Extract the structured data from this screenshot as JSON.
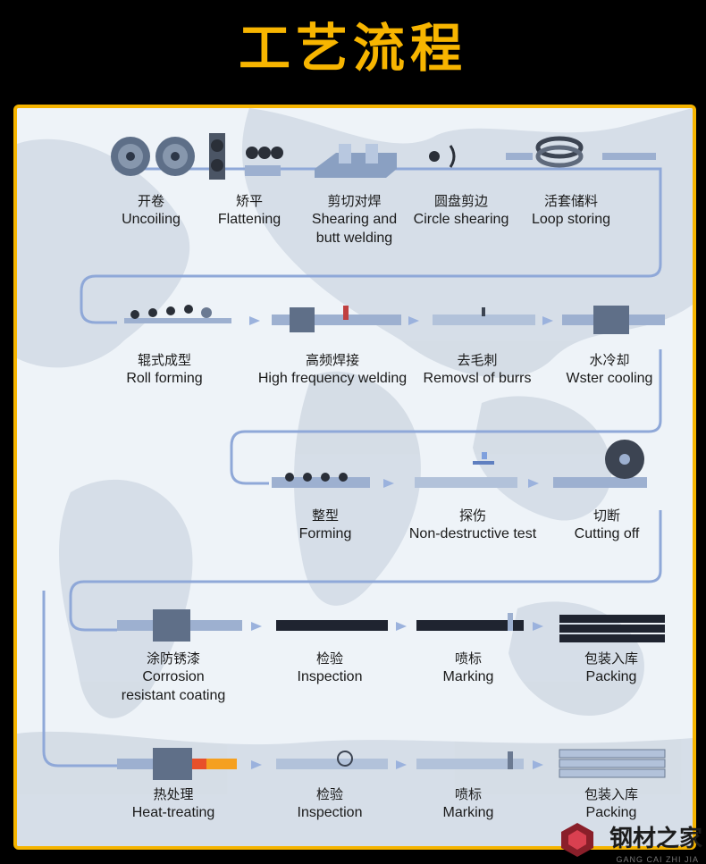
{
  "title": "工艺流程",
  "rows": [
    [
      {
        "zh": "开卷",
        "en": "Uncoiling"
      },
      {
        "zh": "矫平",
        "en": "Flattening"
      },
      {
        "zh": "剪切对焊",
        "en": "Shearing and",
        "en2": "butt welding"
      },
      {
        "zh": "圆盘剪边",
        "en": "Circle shearing"
      },
      {
        "zh": "活套储料",
        "en": "Loop storing"
      }
    ],
    [
      {
        "zh": "辊式成型",
        "en": "Roll forming"
      },
      {
        "zh": "高频焊接",
        "en": "High frequency welding"
      },
      {
        "zh": "去毛刺",
        "en": "Removsl of burrs"
      },
      {
        "zh": "水冷却",
        "en": "Wster cooling"
      }
    ],
    [
      {
        "zh": "整型",
        "en": "Forming"
      },
      {
        "zh": "探伤",
        "en": "Non-destructive test"
      },
      {
        "zh": "切断",
        "en": "Cutting off"
      }
    ],
    [
      {
        "zh": "涂防锈漆",
        "en": "Corrosion",
        "en2": "resistant coating"
      },
      {
        "zh": "检验",
        "en": "Inspection"
      },
      {
        "zh": "喷标",
        "en": "Marking"
      },
      {
        "zh": "包装入库",
        "en": "Packing"
      }
    ],
    [
      {
        "zh": "热处理",
        "en": "Heat-treating"
      },
      {
        "zh": "检验",
        "en": "Inspection"
      },
      {
        "zh": "喷标",
        "en": "Marking"
      },
      {
        "zh": "包装入库",
        "en": "Packing"
      }
    ]
  ],
  "watermark": {
    "text": "钢材之家",
    "sub": "GANG CAI ZHI JIA"
  },
  "colors": {
    "title": "#f7b500",
    "border": "#f5b400",
    "flow_line": "#8fa8d8",
    "arrow": "#9bb2dd"
  }
}
